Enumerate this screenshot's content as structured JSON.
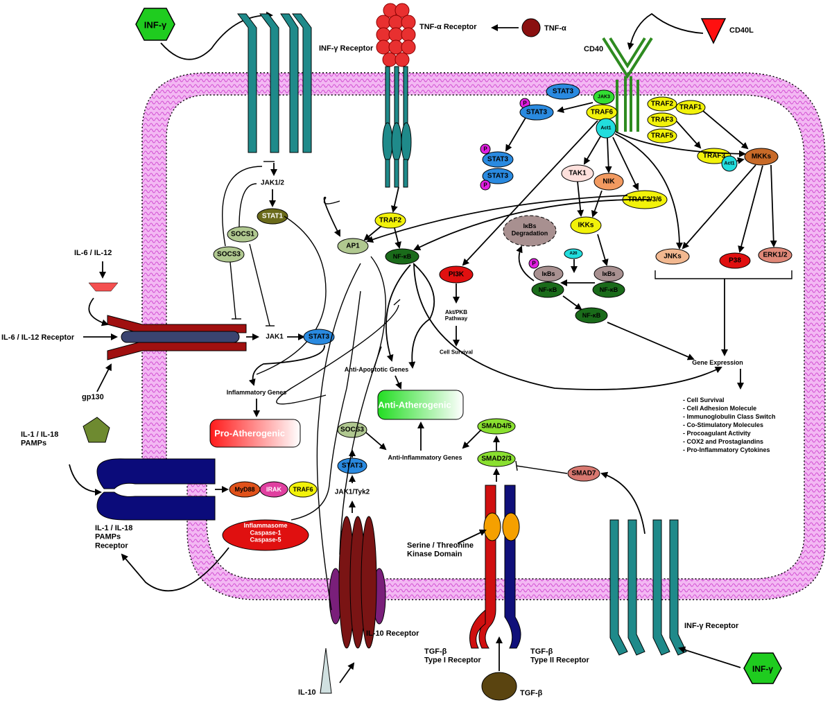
{
  "ligands": {
    "inf_gamma_top": "INF-γ",
    "inf_gamma_bottom": "INF-γ",
    "tnf_alpha": "TNF-α",
    "cd40l": "CD40L",
    "il6_il12": "IL-6 / IL-12",
    "il1_il18": "IL-1 / IL-18\nPAMPs",
    "il10": "IL-10",
    "tgf_beta": "TGF-β"
  },
  "receptors": {
    "inf_gamma_top": "INF-γ Receptor",
    "inf_gamma_bottom": "INF-γ Receptor",
    "tnf_alpha": "TNF-α Receptor",
    "cd40": "CD40",
    "il6_il12": "IL-6 / IL-12 Receptor",
    "gp130": "gp130",
    "il1_il18": "IL-1 / IL-18\nPAMPs\nReceptor",
    "il10": "IL-10 Receptor",
    "tgf_type1": "TGF-β\nType I Receptor",
    "tgf_type2": "TGF-β\nType II Receptor",
    "kinase_domain": "Serine / Threonine\nKinase Domain"
  },
  "nodes": {
    "stat3_a": "STAT3",
    "jak3": "JAK3",
    "p": "P",
    "stat3_b": "STAT3",
    "traf6_top": "TRAF6",
    "act1_a": "Act1",
    "stat3_c": "STAT3",
    "stat3_d": "STAT3",
    "traf2_cd40": "TRAF2",
    "traf1": "TRAF1",
    "traf3_a": "TRAF3",
    "traf5": "TRAF5",
    "traf3_b": "TRAF3",
    "act1_b": "Act1",
    "mkks": "MKKs",
    "tak1": "TAK1",
    "nik": "NIK",
    "traf236": "TRAF2/3/6",
    "ikks": "IKKs",
    "ikbs_degradation": "IκBs\nDegradation",
    "a20": "A20",
    "ikbs_1": "IκBs",
    "ikbs_2": "IκBs",
    "nfkb_1": "NF-κB",
    "nfkb_2": "NF-κB",
    "nfkb_3": "NF-κB",
    "nfkb_main": "NF-κB",
    "jnks": "JNKs",
    "p38": "P38",
    "erk12": "ERK1/2",
    "jak12": "JAK1/2",
    "stat1": "STAT1",
    "socs1": "SOCS1",
    "socs3_left": "SOCS3",
    "jak1": "JAK1",
    "stat3_il6": "STAT3",
    "traf2_tnf": "TRAF2",
    "ap1": "AP1",
    "pi3k": "PI3K",
    "akt": "Akt/PKB\nPathway",
    "cell_survival": "Cell Survival",
    "inflammatory_genes": "Inflammatory Genes",
    "pro_atherogenic": "Pro-Atherogenic",
    "anti_apoptotic": "Anti-Apoptotic Genes",
    "anti_atherogenic": "Anti-Atherogenic",
    "socs3_il10": "SOCS3",
    "stat3_il10": "STAT3",
    "jak1_tyk2": "JAK1/Tyk2",
    "anti_inflammatory": "Anti-Inflammatory Genes",
    "smad45": "SMAD4/5",
    "smad23": "SMAD2/3",
    "smad7": "SMAD7",
    "myd88": "MyD88",
    "irak": "IRAK",
    "traf6_il1": "TRAF6",
    "inflammasome": "Inflammasome\nCaspase-1\nCaspase-5",
    "gene_expression": "Gene Expression"
  },
  "gene_list": [
    "- Cell Survival",
    "- Cell Adhesion Molecule",
    "- Immunoglobulin Class Switch",
    "- Co-Stimulatory Molecules",
    "- Procoagulant Activity",
    "- COX2 and Prostaglandins",
    "- Pro-Inflammatory Cytokines"
  ],
  "colors": {
    "membrane": "#e070e0",
    "membrane_edge": "#1a1ad0",
    "receptor_teal": "#1f8a8a",
    "tnf_receptor": "#e83030",
    "cd40_green": "#2e8b20",
    "il6_receptor": "#a01010",
    "il1_receptor": "#0b0b7a",
    "il10_receptor": "#7a1414",
    "tgf_red": "#d01010",
    "tgf_blue": "#10107a",
    "nfkb_green": "#1a6b1a",
    "stat3_blue": "#2a8ae0",
    "traf_yellow": "#f2f20a"
  }
}
